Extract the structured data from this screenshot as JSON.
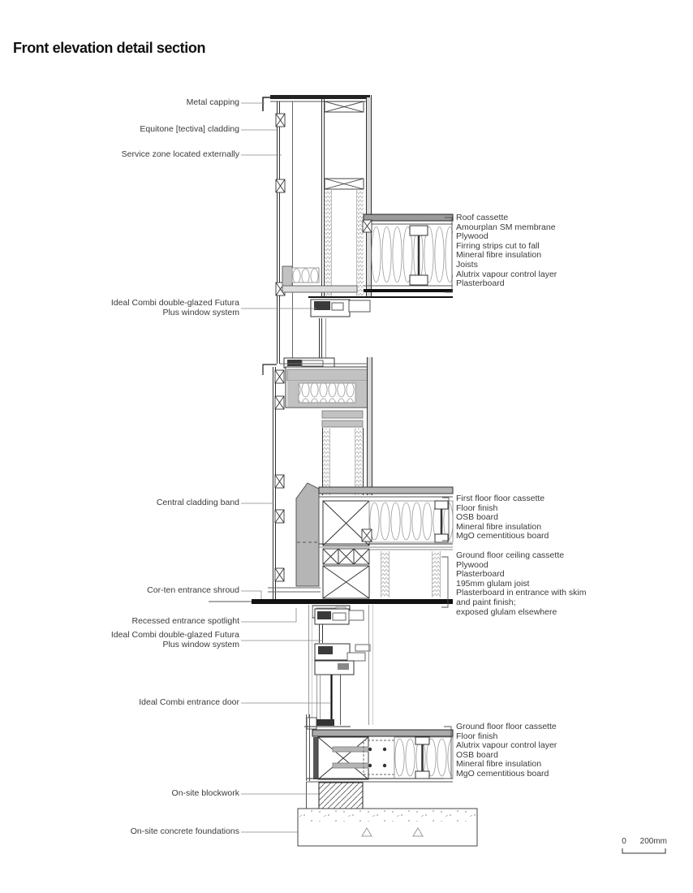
{
  "title": "Front elevation detail section",
  "left_labels": {
    "metal_capping": "Metal capping",
    "equitone": "Equitone [tectiva] cladding",
    "service_zone": "Service zone located externally",
    "window_upper_1": "Ideal Combi double-glazed Futura",
    "window_upper_2": "Plus window system",
    "central_band": "Central cladding band",
    "cor_ten": "Cor-ten entrance shroud",
    "spotlight": "Recessed entrance spotlight",
    "window_lower_1": "Ideal Combi double-glazed Futura",
    "window_lower_2": "Plus window system",
    "entrance_door": "Ideal Combi entrance door",
    "blockwork": "On-site blockwork",
    "foundations": "On-site concrete foundations"
  },
  "right_labels": {
    "roof": [
      "Roof cassette",
      "Amourplan SM membrane",
      "Plywood",
      "Firring strips cut to fall",
      "Mineral fibre insulation",
      "Joists",
      "Alutrix vapour control layer",
      "Plasterboard"
    ],
    "first_floor": [
      "First floor floor cassette",
      "Floor finish",
      "OSB board",
      "Mineral fibre insulation",
      "MgO cementitious board"
    ],
    "ground_ceiling": [
      "Ground floor ceiling cassette",
      "Plywood",
      "Plasterboard",
      "195mm glulam joist",
      "Plasterboard in entrance with skim",
      "and paint finish;",
      "exposed glulam elsewhere"
    ],
    "ground_floor": [
      "Ground floor floor cassette",
      "Floor finish",
      "Alutrix vapour control layer",
      "OSB board",
      "Mineral fibre insulation",
      "MgO cementitious board"
    ]
  },
  "scale_bar": {
    "zero": "0",
    "length": "200mm"
  },
  "colors": {
    "line": "#2a2a2a",
    "gray_fill": "#c2c2c2",
    "dark_fill": "#111111",
    "label_text": "#3a3a3a"
  }
}
